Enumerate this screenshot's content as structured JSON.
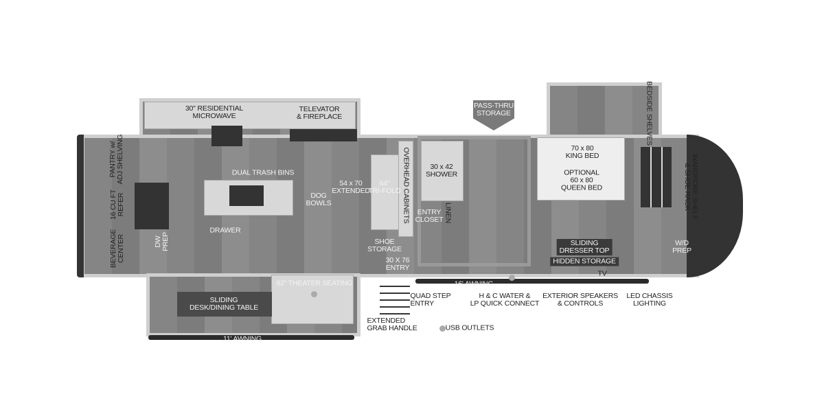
{
  "labels": {
    "microwave": "30\" RESIDENTIAL\nMICROWAVE",
    "televator": "TELEVATOR\n& FIREPLACE",
    "pantry": "PANTRY w/\nADJ SHELVING",
    "refer": "16 CU FT\nREFER",
    "beverage": "BEVERAGE\nCENTER",
    "dw": "DW\nPREP",
    "trash": "DUAL TRASH BINS",
    "dog": "DOG\nBOWLS",
    "extended": "54 x 70\nEXTENDED",
    "trifold": "64\"\nTRI-FOLD",
    "overhead": "OVERHEAD CABINETS",
    "drawer": "DRAWER",
    "shoe": "SHOE\nSTORAGE",
    "entry": "30 X 76\nENTRY",
    "theater": "62\" THEATER SEATING",
    "desk": "SLIDING\nDESK/DINING TABLE",
    "awning11": "11' AWNING",
    "grab": "EXTENDED\nGRAB HANDLE",
    "usb": "USB OUTLETS",
    "passthru": "PASS-THRU\nSTORAGE",
    "shower": "30 x 42\nSHOWER",
    "closet": "ENTRY\nCLOSET",
    "linen": "LINEN",
    "king": "70 x 80\nKING BED",
    "queen": "OPTIONAL\n60 x 80\nQUEEN BED",
    "bedside": "BEDSIDE SHELVES",
    "wardrobe": "WARDROBE SHELF\n& SHOE RACK",
    "dresser": "SLIDING\nDRESSER TOP",
    "hidden": "HIDDEN STORAGE",
    "wd": "W/D\nPREP",
    "tv": "TV",
    "awning16": "16' AWNING",
    "quad": "QUAD STEP\nENTRY",
    "water": "H & C WATER &\nLP QUICK CONNECT",
    "speakers": "EXTERIOR SPEAKERS\n& CONTROLS",
    "led": "LED CHASSIS\nLIGHTING"
  }
}
